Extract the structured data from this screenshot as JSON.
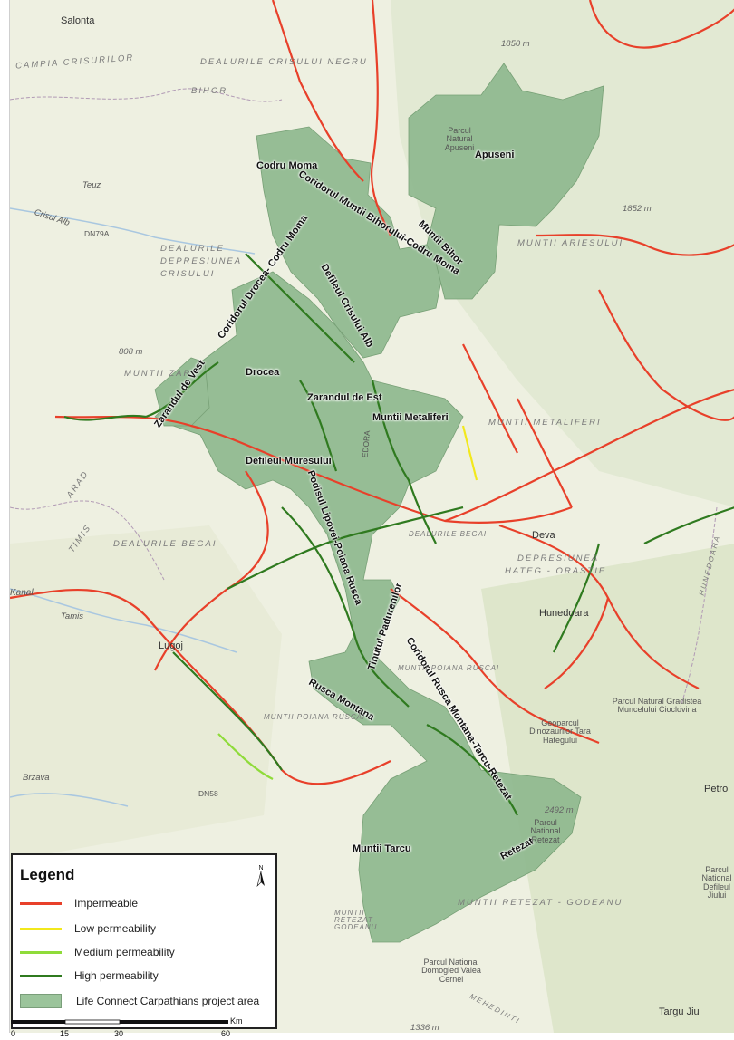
{
  "map": {
    "area_labels": [
      {
        "key": "codru_moma",
        "text": "Codru Moma"
      },
      {
        "key": "apuseni",
        "text": "Apuseni"
      },
      {
        "key": "coridorul_bihor",
        "text": "Coridorul Muntii Bihorului-Codru Moma"
      },
      {
        "key": "muntii_bihor",
        "text": "Muntii Bihor"
      },
      {
        "key": "coridorul_drocea",
        "text": "Coridorul Drocea- Codru Moma"
      },
      {
        "key": "defileul_crisului",
        "text": "Defileul Crisului Alb"
      },
      {
        "key": "drocea",
        "text": "Drocea"
      },
      {
        "key": "zarandul_vest",
        "text": "Zarandul de Vest"
      },
      {
        "key": "zarandul_est",
        "text": "Zarandul de Est"
      },
      {
        "key": "muntii_metaliferi",
        "text": "Muntii Metaliferi"
      },
      {
        "key": "defileul_muresului",
        "text": "Defileul Muresului"
      },
      {
        "key": "podisul_lipovei",
        "text": "Podisul Lipovei-Poiana Rusca"
      },
      {
        "key": "tinutul_padurenilor",
        "text": "Tinutul Padurenilor"
      },
      {
        "key": "coridorul_rusca",
        "text": "Coridorul Rusca Montana-Tarcu-Retezat"
      },
      {
        "key": "rusca_montana",
        "text": "Rusca Montana"
      },
      {
        "key": "muntii_tarcu",
        "text": "Muntii Tarcu"
      },
      {
        "key": "retezat",
        "text": "Retezat"
      }
    ],
    "region_labels": [
      {
        "key": "campia_crisurilor",
        "text": "CAMPIA CRISURILOR"
      },
      {
        "key": "dealurile_crisului_negru",
        "text": "DEALURILE CRISULUI NEGRU"
      },
      {
        "key": "dealurile_crisului_alb",
        "text": "DEALURILE"
      },
      {
        "key": "depresiunea",
        "text": "DEPRESIUNEA"
      },
      {
        "key": "crisului",
        "text": "CRISULUI"
      },
      {
        "key": "muntii_ariesului",
        "text": "MUNTII ARIESULUI"
      },
      {
        "key": "muntii_zarandului",
        "text": "MUNTII ZAR"
      },
      {
        "key": "muntii_metaliferi",
        "text": "MUNTII METALIFERI"
      },
      {
        "key": "dealurile_begai",
        "text": "DEALURILE BEGAI"
      },
      {
        "key": "dealurile_begai_small",
        "text": "DEALURILE BEGAI"
      },
      {
        "key": "depresiunea_hateg",
        "text": "DEPRESIUNEA"
      },
      {
        "key": "hateg_orastie",
        "text": "HATEG - ORASTIE"
      },
      {
        "key": "muntii_poiana_ruscai",
        "text": "MUNTII POIANA RUSCAI"
      },
      {
        "key": "muntii_poiana_ruscai2",
        "text": "MUNTII POIANA RUSCAI"
      },
      {
        "key": "muntii_retezat_godeanu",
        "text": "MUNTII RETEZAT - GODEANU"
      },
      {
        "key": "muntii_retezat_small",
        "text": "MUNTII RETEZAT GODEANU"
      },
      {
        "key": "arad",
        "text": "ARAD"
      },
      {
        "key": "timis",
        "text": "TIMIS"
      },
      {
        "key": "bihor",
        "text": "BIHOR"
      },
      {
        "key": "hunedoara_county",
        "text": "HUNEDOARA"
      },
      {
        "key": "mehedinti",
        "text": "MEHEDINTI"
      }
    ],
    "towns": [
      {
        "key": "salonta",
        "text": "Salonta"
      },
      {
        "key": "deva",
        "text": "Deva"
      },
      {
        "key": "hunedoara",
        "text": "Hunedoara"
      },
      {
        "key": "lugoj",
        "text": "Lugoj"
      },
      {
        "key": "targu_jiu",
        "text": "Targu Jiu"
      },
      {
        "key": "petro",
        "text": "Petro"
      },
      {
        "key": "teuz",
        "text": "Teuz"
      },
      {
        "key": "crisul_alb",
        "text": "Crisul Alb"
      },
      {
        "key": "dn79a",
        "text": "DN79A"
      },
      {
        "key": "dn58",
        "text": "DN58"
      },
      {
        "key": "kanal",
        "text": "Kanal"
      },
      {
        "key": "tamis",
        "text": "Tamis"
      },
      {
        "key": "brzava",
        "text": "Brzava"
      },
      {
        "key": "edora",
        "text": "EDORA"
      }
    ],
    "elevations": [
      {
        "key": "e1850",
        "text": "1850 m"
      },
      {
        "key": "e1852",
        "text": "1852 m"
      },
      {
        "key": "e808",
        "text": "808 m"
      },
      {
        "key": "e2492",
        "text": "2492 m"
      },
      {
        "key": "e1336",
        "text": "1336 m"
      }
    ],
    "parks": [
      {
        "key": "apuseni_park",
        "text": "Parcul Natural Apuseni"
      },
      {
        "key": "gradistea",
        "text": "Parcul Natural Gradistea Muncelului Cioclovina"
      },
      {
        "key": "dinozaurilor",
        "text": "Geoparcul Dinozaurilor Tara Hategului"
      },
      {
        "key": "domogled",
        "text": "Parcul National Domogled Valea Cernei"
      },
      {
        "key": "retezat_park",
        "text": "Parcul National Retezat"
      },
      {
        "key": "defileul_jiului",
        "text": "Parcul National Defileul Jiului"
      }
    ]
  },
  "legend": {
    "title": "Legend",
    "items": [
      {
        "label": "Impermeable",
        "color": "#e8402a",
        "kind": "line"
      },
      {
        "label": "Low permeability",
        "color": "#f2e81c",
        "kind": "line"
      },
      {
        "label": "Medium permeability",
        "color": "#8fdb3a",
        "kind": "line"
      },
      {
        "label": "High permeability",
        "color": "#2f7a1f",
        "kind": "line"
      },
      {
        "label": "Life Connect Carpathians project area",
        "color": "#9bc49b",
        "kind": "area"
      }
    ],
    "north_label": "N"
  },
  "scale": {
    "unit": "Km",
    "ticks": [
      "0",
      "15",
      "30",
      "60"
    ]
  },
  "colors": {
    "project_area": "#8fb98f",
    "impermeable": "#e8402a",
    "high": "#2f7a1f",
    "medium": "#8fdb3a",
    "low": "#f2e81c"
  }
}
